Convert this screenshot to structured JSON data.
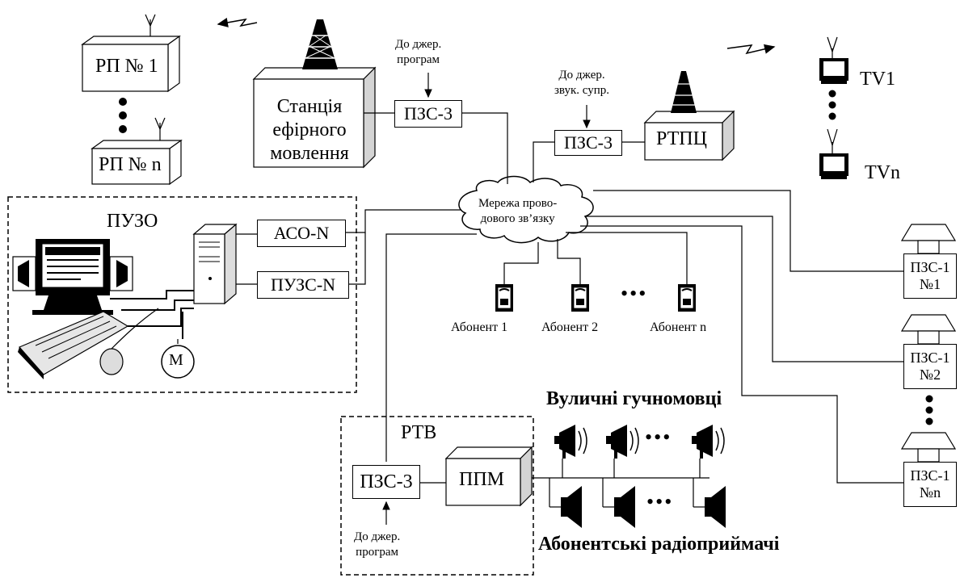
{
  "receivers": {
    "rp1": "РП № 1",
    "rpn": "РП № n"
  },
  "broadcast_station": {
    "line1": "Станція",
    "line2": "ефірного",
    "line3": "мовлення"
  },
  "program_source_top": {
    "line1": "До джер.",
    "line2": "програм"
  },
  "pzs3": "ПЗС-3",
  "sound_source": {
    "line1": "До джер.",
    "line2": "звук. супр."
  },
  "rtpc": "РТПЦ",
  "tv": {
    "tv1": "TV1",
    "tvn": "TVn"
  },
  "network": {
    "line1": "Мережа прово-",
    "line2": "дового зв’язку"
  },
  "puzo": {
    "title": "ПУЗО",
    "aco": "АСО-N",
    "puzs": "ПУЗС-N",
    "m": "М"
  },
  "subscribers": {
    "a1": "Абонент 1",
    "a2": "Абонент 2",
    "an": "Абонент n"
  },
  "pzs1": {
    "label": "ПЗС-1",
    "n1": "№1",
    "n2": "№2",
    "nn": "№n"
  },
  "rtv": {
    "title": "РТВ",
    "ppm": "ППМ",
    "source_line1": "До джер.",
    "source_line2": "програм"
  },
  "street_speakers": "Вуличні гучномовці",
  "subscriber_radios": "Абонентські радіоприймачі",
  "dots": "•••"
}
